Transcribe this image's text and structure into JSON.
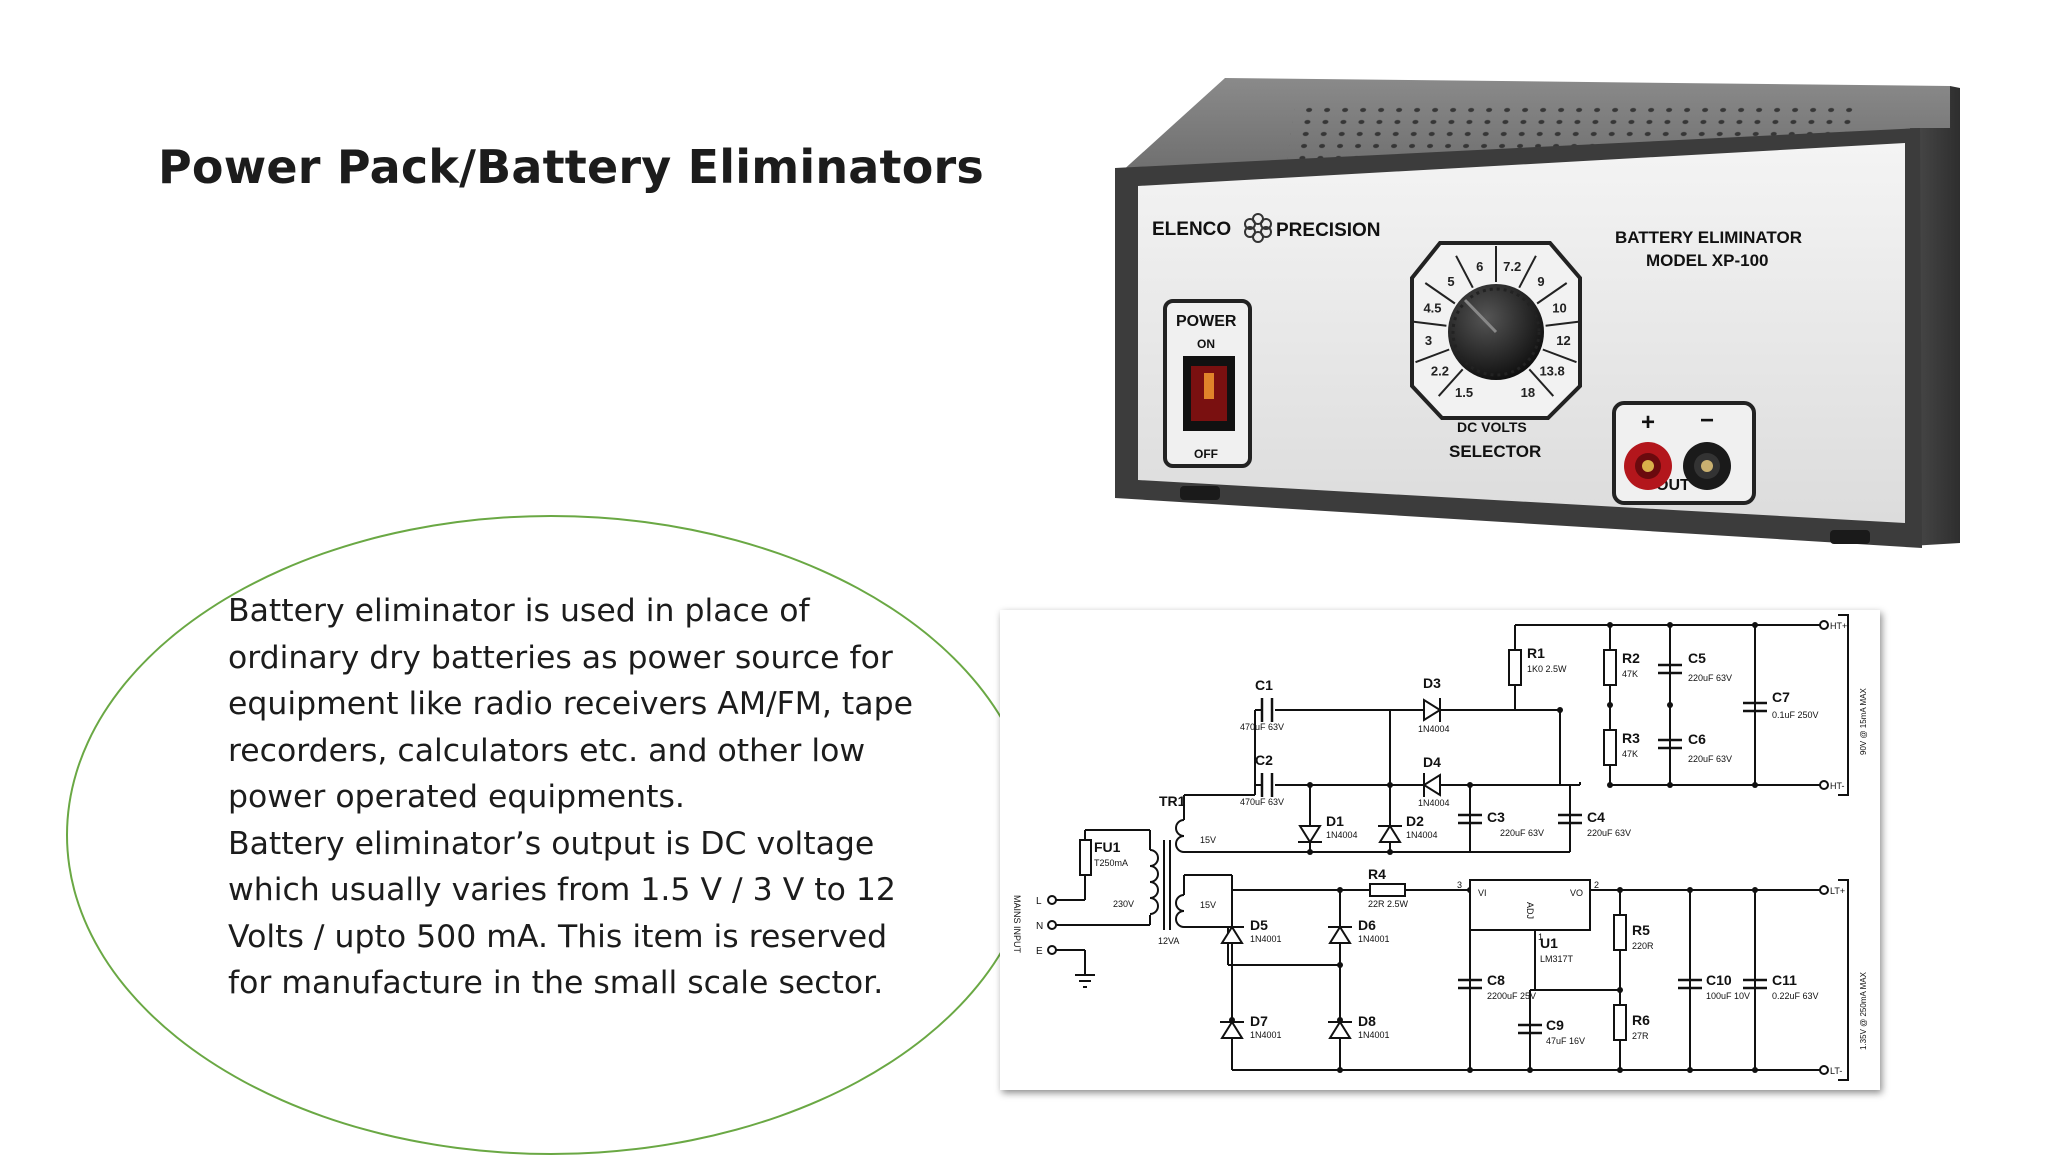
{
  "slide": {
    "title": "Power Pack/Battery Eliminators",
    "paragraphs": [
      "Battery eliminator is used in place of ordinary dry batteries as power source for equipment like radio receivers AM/FM, tape recorders, calculators etc. and other low power operated equipments.",
      "Battery eliminator’s output is DC voltage which usually varies from 1.5 V / 3 V to 12 Volts / upto 500 mA. This item is reserved for manufacture in the small scale sector."
    ],
    "accent_color": "#6aa844"
  },
  "device": {
    "brand": "ELENCO",
    "brand_suffix": "PRECISION",
    "label_line1": "BATTERY ELIMINATOR",
    "label_line2": "MODEL XP-100",
    "power_label": "POWER",
    "power_on": "ON",
    "power_off": "OFF",
    "dial_values": [
      "1.5",
      "2.2",
      "3",
      "4.5",
      "5",
      "6",
      "7.2",
      "9",
      "10",
      "12",
      "13.8",
      "18"
    ],
    "dial_label1": "DC VOLTS",
    "dial_label2": "SELECTOR",
    "plus": "+",
    "minus": "−",
    "output_label": "OUT"
  },
  "schematic": {
    "components": {
      "r1": "R1",
      "r1v": "1K0 2.5W",
      "r2": "R2",
      "r2v": "47K",
      "r3": "R3",
      "r3v": "47K",
      "r4": "R4",
      "r4v": "22R 2.5W",
      "r5": "R5",
      "r5v": "220R",
      "r6": "R6",
      "r6v": "27R",
      "c1": "C1",
      "c1v": "470uF 63V",
      "c2": "C2",
      "c2v": "470uF 63V",
      "c3": "C3",
      "c3v": "220uF 63V",
      "c4": "C4",
      "c4v": "220uF 63V",
      "c5": "C5",
      "c5v": "220uF 63V",
      "c6": "C6",
      "c6v": "220uF 63V",
      "c7": "C7",
      "c7v": "0.1uF 250V",
      "c8": "C8",
      "c8v": "2200uF 25V",
      "c9": "C9",
      "c9v": "47uF 16V",
      "c10": "C10",
      "c10v": "100uF 10V",
      "c11": "C11",
      "c11v": "0.22uF 63V",
      "d1": "D1",
      "d1v": "1N4004",
      "d2": "D2",
      "d2v": "1N4004",
      "d3": "D3",
      "d3v": "1N4004",
      "d4": "D4",
      "d4v": "1N4004",
      "d5": "D5",
      "d5v": "1N4001",
      "d6": "D6",
      "d6v": "1N4001",
      "d7": "D7",
      "d7v": "1N4001",
      "d8": "D8",
      "d8v": "1N4001",
      "tr1": "TR1",
      "tr1v": "12VA",
      "fu1": "FU1",
      "fu1v": "T250mA",
      "u1": "U1",
      "u1v": "LM317T",
      "u1_vi": "VI",
      "u1_vo": "VO",
      "u1_adj": "ADJ",
      "pin1": "1",
      "pin2": "2",
      "pin3": "3"
    },
    "labels": {
      "v230": "230V",
      "v15a": "15V",
      "v15b": "15V",
      "mains": "MAINS INPUT",
      "l": "L",
      "n": "N",
      "e": "E",
      "ht_plus": "HT+",
      "ht_minus": "HT-",
      "lt_plus": "LT+",
      "lt_minus": "LT-",
      "ht_rating": "90V @ 15mA MAX",
      "lt_rating": "1.35V @ 250mA MAX"
    }
  }
}
